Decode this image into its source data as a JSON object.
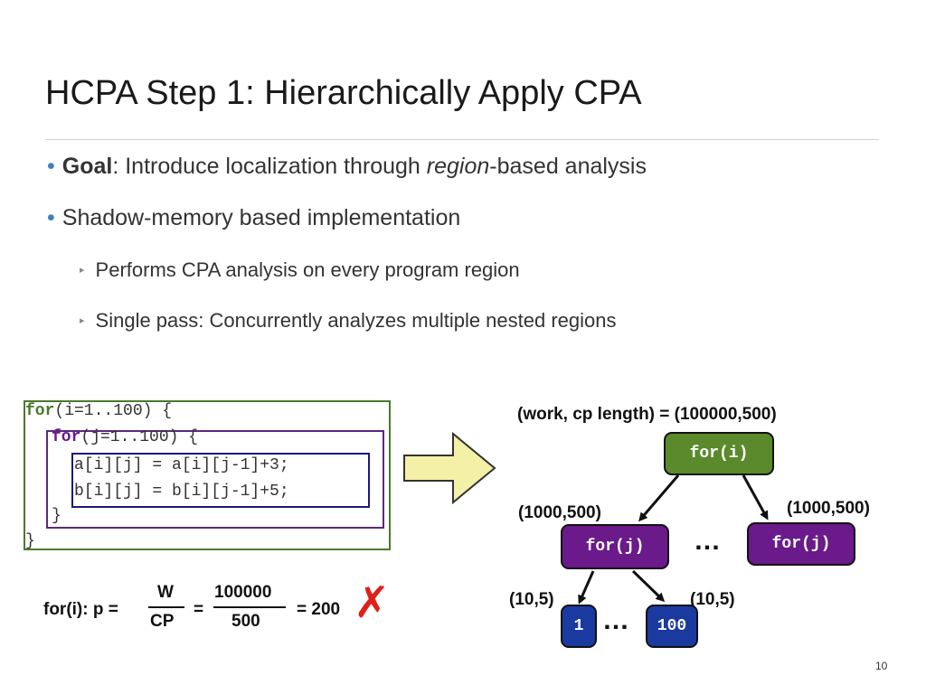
{
  "slide": {
    "title": "HCPA Step 1: Hierarchically Apply CPA",
    "page_number": "10"
  },
  "bullets": [
    {
      "bold": "Goal",
      "pre": ": Introduce localization through ",
      "italic": "region",
      "post": "-based analysis"
    },
    {
      "text": "Shadow-memory based implementation"
    }
  ],
  "sub_bullets": [
    "Performs CPA analysis on every program region",
    "Single pass: Concurrently analyzes multiple nested regions"
  ],
  "code": {
    "line1_kw": "for",
    "line1_rest": "(i=1..100) {",
    "line2_kw": "for",
    "line2_rest": "(j=1..100) {",
    "line3": "a[i][j] = a[i][j-1]+3;",
    "line4": "b[i][j] = b[i][j-1]+5;",
    "line5": "}",
    "line6": "}"
  },
  "formula": {
    "lhs": "for(i): p =",
    "num1": "W",
    "den1": "CP",
    "eq": "=",
    "num2": "100000",
    "den2": "500",
    "result": "= 200",
    "cross": "✗"
  },
  "tree": {
    "header": "(work, cp length) = (100000,500)",
    "root": "for(i)",
    "left_child": "for(j)",
    "right_child": "for(j)",
    "left_label": "(1000,500)",
    "right_label": "(1000,500)",
    "leaf1": "1",
    "leaf2": "100",
    "leaf1_label": "(10,5)",
    "leaf2_label": "(10,5)",
    "ellipsis": "…"
  },
  "colors": {
    "green": "#5a8a2c",
    "purple": "#6a1a8a",
    "blue": "#1a3aa0",
    "arrow_fill": "#f4f0a8",
    "cross_red": "#e0201a"
  }
}
